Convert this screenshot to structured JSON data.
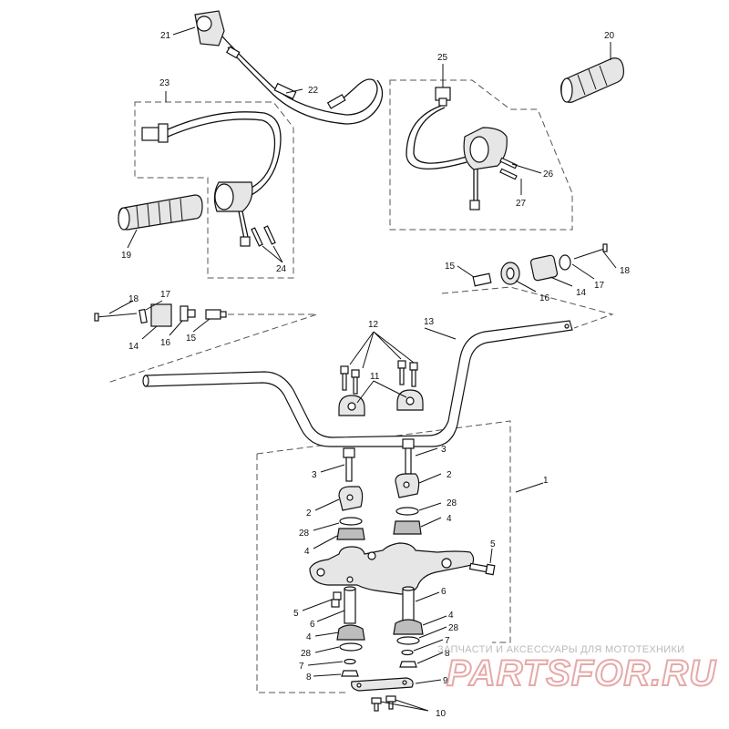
{
  "callouts": {
    "c1": "1",
    "c2a": "2",
    "c2b": "2",
    "c3a": "3",
    "c3b": "3",
    "c4a": "4",
    "c4b": "4",
    "c4c": "4",
    "c4d": "4",
    "c5a": "5",
    "c5b": "5",
    "c6a": "6",
    "c6b": "6",
    "c7a": "7",
    "c7b": "7",
    "c8a": "8",
    "c8b": "8",
    "c9": "9",
    "c10": "10",
    "c11": "11",
    "c12": "12",
    "c13": "13",
    "c14a": "14",
    "c14b": "14",
    "c15a": "15",
    "c15b": "15",
    "c16a": "16",
    "c16b": "16",
    "c17a": "17",
    "c17b": "17",
    "c18a": "18",
    "c18b": "18",
    "c19": "19",
    "c20": "20",
    "c21": "21",
    "c22": "22",
    "c23": "23",
    "c24": "24",
    "c25": "25",
    "c26": "26",
    "c27": "27",
    "c28a": "28",
    "c28b": "28",
    "c28c": "28",
    "c28d": "28"
  },
  "watermark": {
    "tagline": "ЗАПЧАСТИ И АКСЕССУАРЫ ДЛЯ МОТОТЕХНИКИ",
    "logo": "PARTSFOR.RU"
  },
  "colors": {
    "line": "#111111",
    "dashed": "#555555",
    "watermark": "#e7a8a8"
  }
}
